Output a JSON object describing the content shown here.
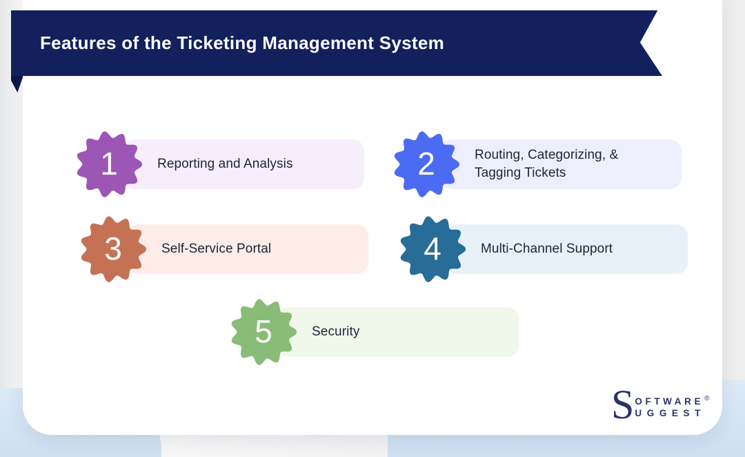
{
  "title": "Features of the Ticketing Management System",
  "features": [
    {
      "number": "1",
      "label": "Reporting and Analysis",
      "badge_color": "#9c57b6",
      "pill_color": "#f6eefb"
    },
    {
      "number": "2",
      "label": "Routing, Categorizing, & Tagging Tickets",
      "badge_color": "#4b6bf3",
      "pill_color": "#edf0fc"
    },
    {
      "number": "3",
      "label": "Self-Service Portal",
      "badge_color": "#c57254",
      "pill_color": "#fdece7"
    },
    {
      "number": "4",
      "label": "Multi-Channel Support",
      "badge_color": "#276d97",
      "pill_color": "#e8f1f8"
    },
    {
      "number": "5",
      "label": "Security",
      "badge_color": "#89bc76",
      "pill_color": "#f0f8ec"
    }
  ],
  "logo": {
    "initial": "S",
    "line1": "OFTWARE",
    "line2": "UGGEST",
    "registered": "®"
  },
  "colors": {
    "banner": "#12205c",
    "banner_dark": "#0c1745",
    "blob": "#cfe0f1",
    "logo": "#2a3367",
    "label_text": "#1b2438",
    "title_text": "#fdfdfe"
  }
}
